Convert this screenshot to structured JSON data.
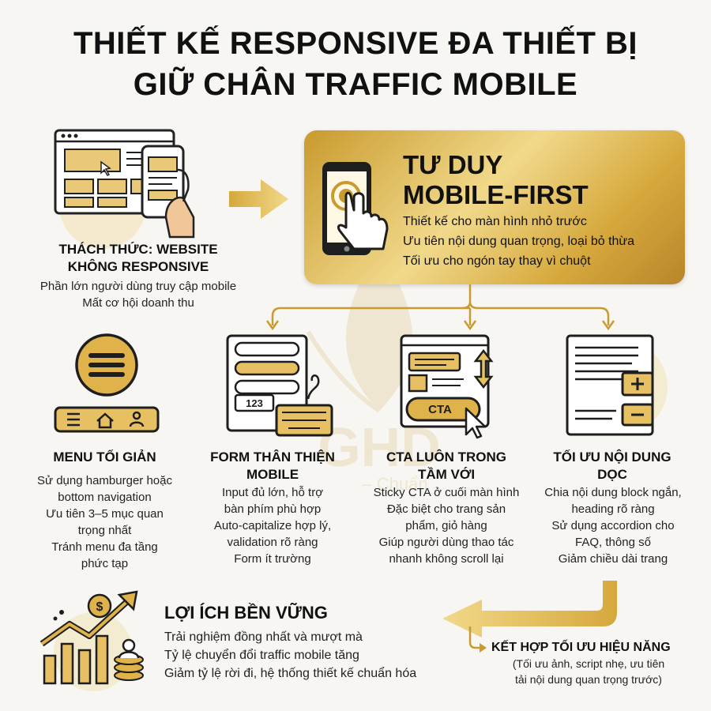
{
  "title": {
    "line1": "THIẾT KẾ RESPONSIVE ĐA THIẾT BỊ",
    "line2": "GIỮ CHÂN TRAFFIC MOBILE"
  },
  "challenge": {
    "heading_line1": "THÁCH THỨC: WEBSITE",
    "heading_line2": "KHÔNG RESPONSIVE",
    "lines": [
      "Phần lớn người dùng truy cập mobile",
      "Mất cơ hội doanh thu"
    ]
  },
  "mobile_first": {
    "heading_line1": "TƯ DUY",
    "heading_line2": "MOBILE-FIRST",
    "lines": [
      "Thiết kế cho màn hình nhỏ trước",
      "Ưu tiên nội dung quan trọng, loại bỏ thừa",
      "Tối ưu cho ngón tay thay vì chuột"
    ]
  },
  "columns": [
    {
      "heading_line1": "MENU TỐI GIẢN",
      "heading_line2": "",
      "lines": [
        "Sử dụng hamburger hoặc",
        "bottom navigation",
        "Ưu tiên 3–5 mục quan",
        "trọng nhất",
        "Tránh menu đa tầng",
        "phức tạp"
      ]
    },
    {
      "heading_line1": "FORM THÂN THIỆN",
      "heading_line2": "MOBILE",
      "lines": [
        "Input đủ lớn, hỗ trợ",
        "bàn phím phù hợp",
        "Auto-capitalize hợp lý,",
        "validation rõ ràng",
        "Form ít trường"
      ],
      "icon_text": "123"
    },
    {
      "heading_line1": "CTA LUÔN TRONG",
      "heading_line2": "TẦM VỚI",
      "lines": [
        "Sticky CTA ở cuối màn hình",
        "Đặc biệt cho trang sản",
        "phẩm, giỏ hàng",
        "Giúp người dùng thao tác",
        "nhanh không scroll lại"
      ],
      "icon_text": "CTA"
    },
    {
      "heading_line1": "TỐI ƯU NỘI DUNG",
      "heading_line2": "DỌC",
      "lines": [
        "Chia nội dung block ngắn,",
        "heading rõ ràng",
        "Sử dụng accordion cho",
        "FAQ, thông số",
        "Giảm chiều dài trang"
      ]
    }
  ],
  "benefits": {
    "heading": "LỢI ÍCH BỀN VỮNG",
    "lines": [
      "Trải nghiệm đồng nhất và mượt mà",
      "Tỷ lệ chuyển đổi traffic mobile tăng",
      "Giảm tỷ lệ rời đi, hệ thống thiết kế chuẩn hóa"
    ]
  },
  "performance": {
    "heading": "KẾT HỢP TỐI ƯU HIỆU NĂNG",
    "lines": [
      "(Tối ưu ảnh, script nhẹ, ưu tiên",
      "tải nội dung quan trọng trước)"
    ]
  },
  "watermark": {
    "text_line1": "GHD",
    "text_line2": "– Chuẩn"
  },
  "colors": {
    "gold": "#d4a23a",
    "gold_light": "#f1d98a",
    "dark": "#1a1a1a",
    "background": "#f7f6f3"
  }
}
